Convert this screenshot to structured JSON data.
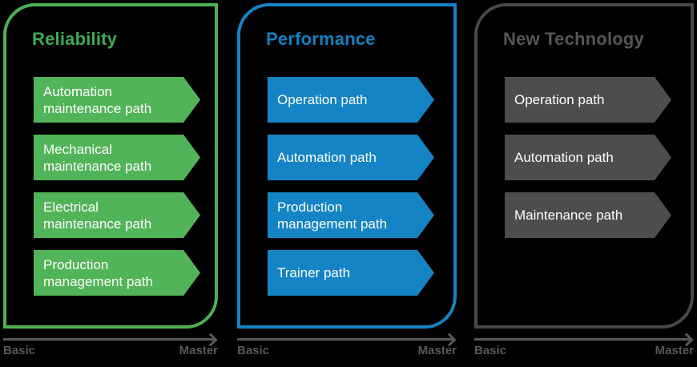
{
  "colors": {
    "background": "#000000",
    "green_button": "#52B458",
    "green_border": "#4DB153",
    "green_title": "#3FAB4F",
    "blue_button": "#1484C5",
    "blue_border": "#1583C5",
    "blue_title": "#0E81C2",
    "gray_button": "#4D4D4F",
    "gray_border": "#48484B",
    "gray_title": "#56565A",
    "axis": "#58585A",
    "button_text": "#FFFFFF"
  },
  "panels": [
    {
      "title": "Reliability",
      "theme": "green",
      "paths": [
        "Automation\nmaintenance path",
        "Mechanical\nmaintenance path",
        "Electrical\nmaintenance path",
        "Production\nmanagement path"
      ],
      "scale": {
        "start": "Basic",
        "end": "Master"
      }
    },
    {
      "title": "Performance",
      "theme": "blue",
      "paths": [
        "Operation path",
        "Automation path",
        "Production\nmanagement path",
        "Trainer path"
      ],
      "scale": {
        "start": "Basic",
        "end": "Master"
      }
    },
    {
      "title": "New Technology",
      "theme": "gray",
      "paths": [
        "Operation path",
        "Automation path",
        "Maintenance path"
      ],
      "scale": {
        "start": "Basic",
        "end": "Master"
      }
    }
  ]
}
